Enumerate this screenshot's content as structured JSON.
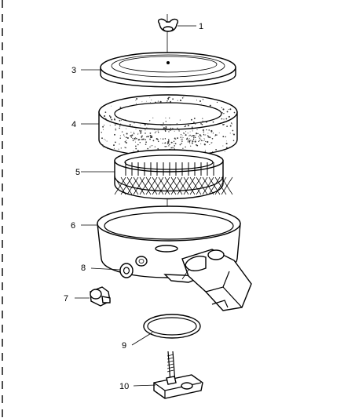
{
  "callouts": [
    {
      "id": "1",
      "text": "1"
    },
    {
      "id": "3",
      "text": "3"
    },
    {
      "id": "4",
      "text": "4"
    },
    {
      "id": "5",
      "text": "5"
    },
    {
      "id": "6",
      "text": "6"
    },
    {
      "id": "7",
      "text": "7"
    },
    {
      "id": "8",
      "text": "8"
    },
    {
      "id": "9",
      "text": "9"
    },
    {
      "id": "10",
      "text": "10"
    }
  ],
  "parts": [
    {
      "callout": "1",
      "icon": "wing-nut-icon"
    },
    {
      "callout": "3",
      "icon": "air-cleaner-lid-icon"
    },
    {
      "callout": "4",
      "icon": "foam-filter-wrap-icon"
    },
    {
      "callout": "5",
      "icon": "filter-element-icon"
    },
    {
      "callout": "6",
      "icon": "air-cleaner-housing-icon"
    },
    {
      "callout": "7",
      "icon": "vacuum-fitting-icon"
    },
    {
      "callout": "8",
      "icon": "grommet-icon"
    },
    {
      "callout": "9",
      "icon": "gasket-ring-icon"
    },
    {
      "callout": "10",
      "icon": "mounting-stud-bracket-icon"
    }
  ],
  "colors": {
    "line": "#000000",
    "background": "#ffffff",
    "speckle": "#333333"
  }
}
